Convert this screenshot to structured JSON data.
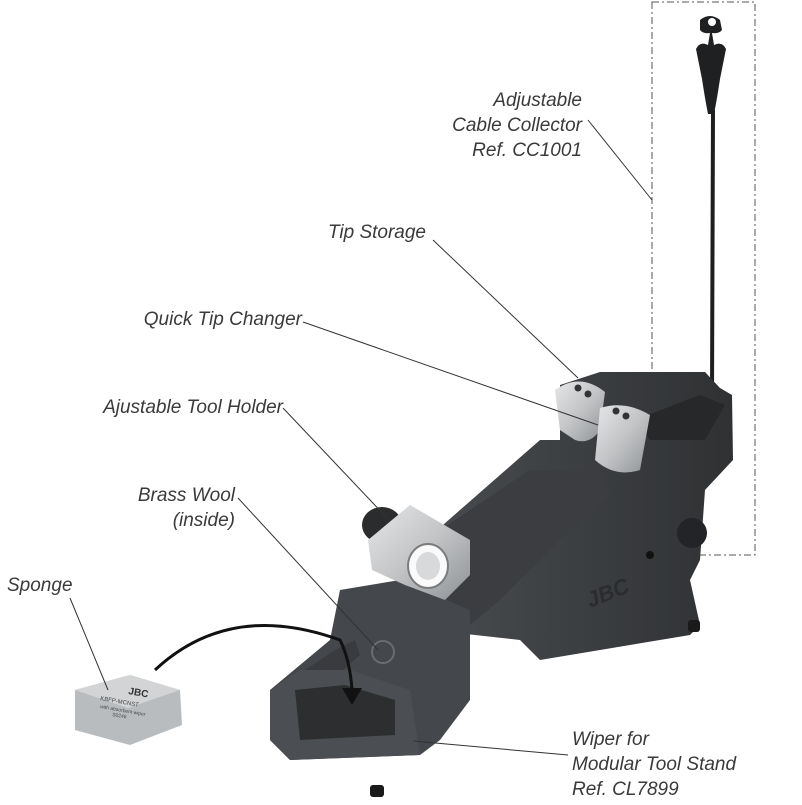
{
  "labels": {
    "cable_collector": [
      "Adjustable",
      "Cable Collector",
      "Ref. CC1001"
    ],
    "tip_storage": "Tip Storage",
    "quick_tip_changer": "Quick Tip Changer",
    "tool_holder": "Ajustable Tool Holder",
    "brass_wool": [
      "Brass Wool",
      "(inside)"
    ],
    "sponge": "Sponge",
    "wiper": [
      "Wiper for",
      "Modular Tool Stand",
      "Ref. CL7899"
    ]
  },
  "product": {
    "brand_mark": "JBC",
    "sponge_text": [
      "KBFP-MCNST",
      "with absorbent wiper",
      "S0246"
    ]
  },
  "colors": {
    "body": "#3c3e41",
    "body_dark": "#2a2c2e",
    "body_light": "#55585c",
    "metal": "#c9cbcd",
    "sponge": "#b9bcbf",
    "leader": "#333333",
    "text": "#3a3a3a"
  }
}
